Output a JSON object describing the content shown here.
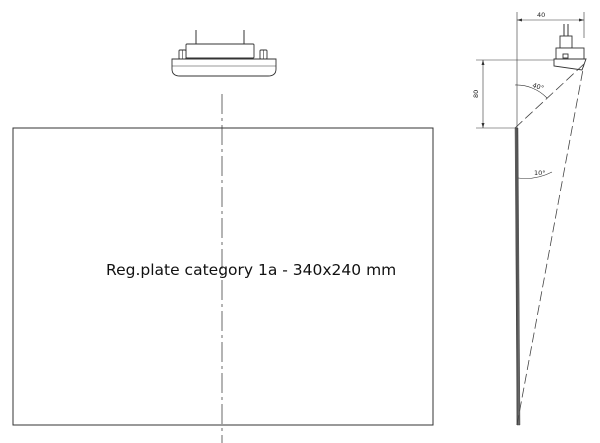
{
  "plate": {
    "label": "Reg.plate category 1a - 340x240 mm"
  },
  "dimensions": {
    "width_top": "40",
    "height_side": "80",
    "angle_upper": "40°",
    "angle_lower": "10°"
  }
}
